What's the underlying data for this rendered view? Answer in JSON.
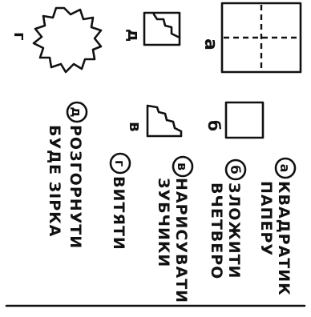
{
  "step_markers": {
    "a": "а",
    "b": "б",
    "v": "в",
    "g": "г"
  },
  "steps": [
    {
      "marker": "а",
      "text_line1": "КВАДРАТИК",
      "text_line2": "ПАПЕРУ"
    },
    {
      "marker": "б",
      "text_line1": "ЗЛОЖИТИ",
      "text_line2": "ВЧЕТВЕРО"
    },
    {
      "marker": "в",
      "text_line1": "НАРИСУВАТИ",
      "text_line2": "ЗУБЧИКИ"
    },
    {
      "marker": "г",
      "text_line1": "ВИТЯТИ",
      "text_line2": ""
    },
    {
      "marker": "д",
      "text_line1": "РОЗГОРНУТИ",
      "text_line2": "БУДЕ ЗІРКА"
    }
  ],
  "figure_labels": {
    "fig_a": "а",
    "fig_b": "б",
    "fig_v": "в",
    "fig_g": "г",
    "fig_d": "д"
  },
  "colors": {
    "ink": "#111111",
    "paper": "#ffffff"
  }
}
